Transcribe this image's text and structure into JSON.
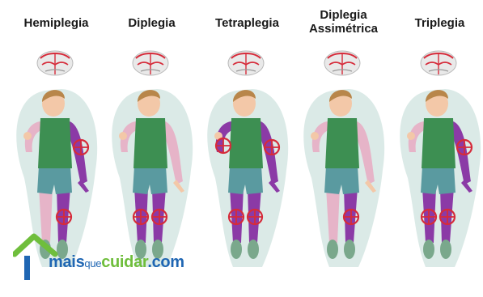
{
  "panels": [
    {
      "title": "Hemiplegia",
      "affected": {
        "leftArm": false,
        "rightArm": true,
        "leftLeg": false,
        "rightLeg": true
      }
    },
    {
      "title": "Diplegia",
      "affected": {
        "leftArm": false,
        "rightArm": false,
        "leftLeg": true,
        "rightLeg": true
      }
    },
    {
      "title": "Tetraplegia",
      "affected": {
        "leftArm": true,
        "rightArm": true,
        "leftLeg": true,
        "rightLeg": true
      }
    },
    {
      "title": "Diplegia\nAssimétrica",
      "affected": {
        "leftArm": false,
        "rightArm": false,
        "leftLeg": false,
        "rightLeg": true
      }
    },
    {
      "title": "Triplegia",
      "affected": {
        "leftArm": false,
        "rightArm": true,
        "leftLeg": true,
        "rightLeg": true
      }
    }
  ],
  "logo": {
    "part1": "mais",
    "part2": "que",
    "part3": "cuidar",
    "part4": ".com"
  },
  "colors": {
    "affected": "#8b3aa6",
    "affected_light": "#e6b4c8",
    "target": "#d62b3a",
    "shirt": "#3d8f52",
    "shorts": "#5a9aa0",
    "skin": "#f3c8a8",
    "hair": "#b8864a",
    "halo": "#cfe3df",
    "brain_line": "#d62b3a",
    "logo_blue": "#1f66b3",
    "logo_green": "#6fbe3c"
  }
}
